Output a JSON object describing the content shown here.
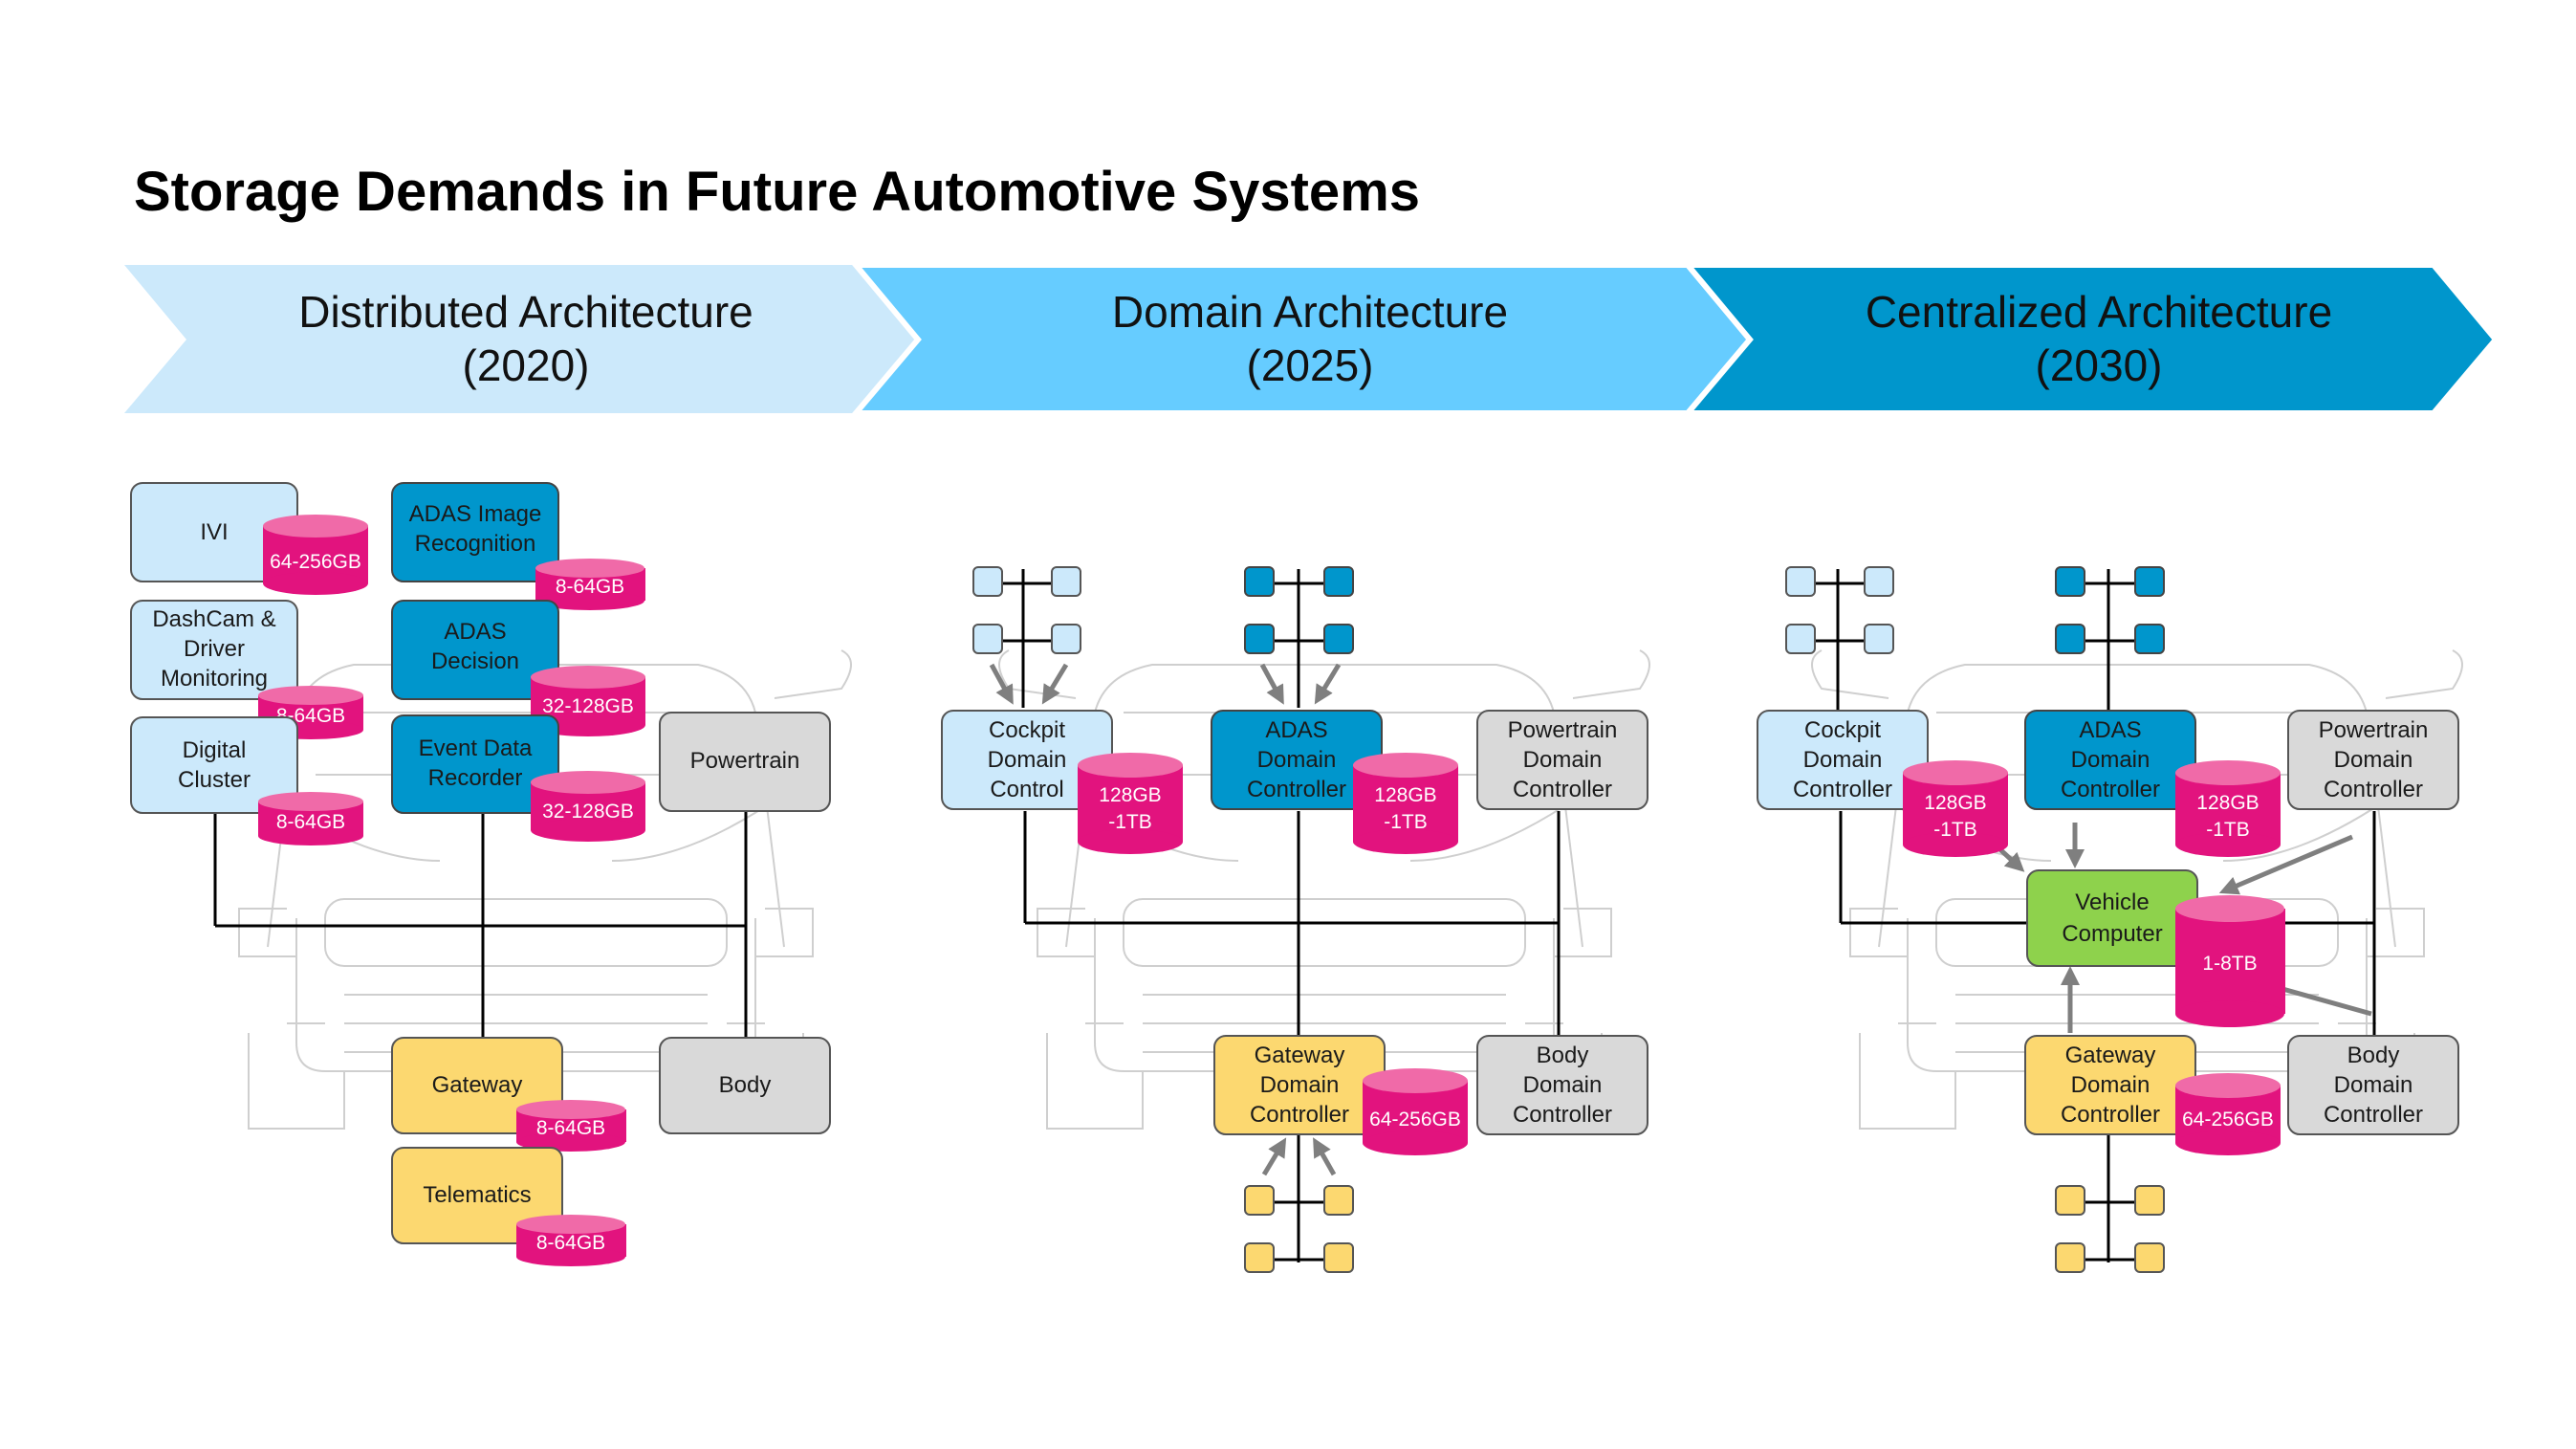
{
  "title": "Storage Demands in Future Automotive Systems",
  "colors": {
    "light_blue": "#cce9fb",
    "mid_blue": "#66ccff",
    "dark_blue": "#0096cc",
    "magenta": "#e2137e",
    "yellow": "#fcd870",
    "gray": "#d9d9d9",
    "green": "#8ed24c"
  },
  "phases": [
    {
      "name": "Distributed Architecture",
      "year": "(2020)"
    },
    {
      "name": "Domain Architecture",
      "year": "(2025)"
    },
    {
      "name": "Centralized Architecture",
      "year": "(2030)"
    }
  ],
  "distributed": {
    "ivi": {
      "label": "IVI",
      "storage": "64-256GB"
    },
    "dashcam": {
      "line1": "DashCam &",
      "line2": "Driver",
      "line3": "Monitoring",
      "storage": "8-64GB"
    },
    "cluster": {
      "line1": "Digital",
      "line2": "Cluster",
      "storage": "8-64GB"
    },
    "adas_image": {
      "line1": "ADAS Image",
      "line2": "Recognition",
      "storage": "8-64GB"
    },
    "adas_decision": {
      "line1": "ADAS",
      "line2": "Decision",
      "storage": "32-128GB"
    },
    "edr": {
      "line1": "Event Data",
      "line2": "Recorder",
      "storage": "32-128GB"
    },
    "powertrain": {
      "label": "Powertrain"
    },
    "gateway": {
      "label": "Gateway",
      "storage": "8-64GB"
    },
    "telematics": {
      "label": "Telematics",
      "storage": "8-64GB"
    },
    "body": {
      "label": "Body"
    }
  },
  "domain": {
    "cockpit": {
      "line1": "Cockpit",
      "line2": "Domain",
      "line3": "Control",
      "storage_line1": "128GB",
      "storage_line2": "-1TB"
    },
    "adas": {
      "line1": "ADAS",
      "line2": "Domain",
      "line3": "Controller",
      "storage_line1": "128GB",
      "storage_line2": "-1TB"
    },
    "powertrain": {
      "line1": "Powertrain",
      "line2": "Domain",
      "line3": "Controller"
    },
    "gateway": {
      "line1": "Gateway",
      "line2": "Domain",
      "line3": "Controller",
      "storage": "64-256GB"
    },
    "body": {
      "line1": "Body",
      "line2": "Domain",
      "line3": "Controller"
    }
  },
  "centralized": {
    "cockpit": {
      "line1": "Cockpit",
      "line2": "Domain",
      "line3": "Controller",
      "storage_line1": "128GB",
      "storage_line2": "-1TB"
    },
    "adas": {
      "line1": "ADAS",
      "line2": "Domain",
      "line3": "Controller",
      "storage_line1": "128GB",
      "storage_line2": "-1TB"
    },
    "powertrain": {
      "line1": "Powertrain",
      "line2": "Domain",
      "line3": "Controller"
    },
    "vehicle": {
      "line1": "Vehicle",
      "line2": "Computer",
      "storage": "1-8TB"
    },
    "gateway": {
      "line1": "Gateway",
      "line2": "Domain",
      "line3": "Controller",
      "storage": "64-256GB"
    },
    "body": {
      "line1": "Body",
      "line2": "Domain",
      "line3": "Controller"
    }
  }
}
